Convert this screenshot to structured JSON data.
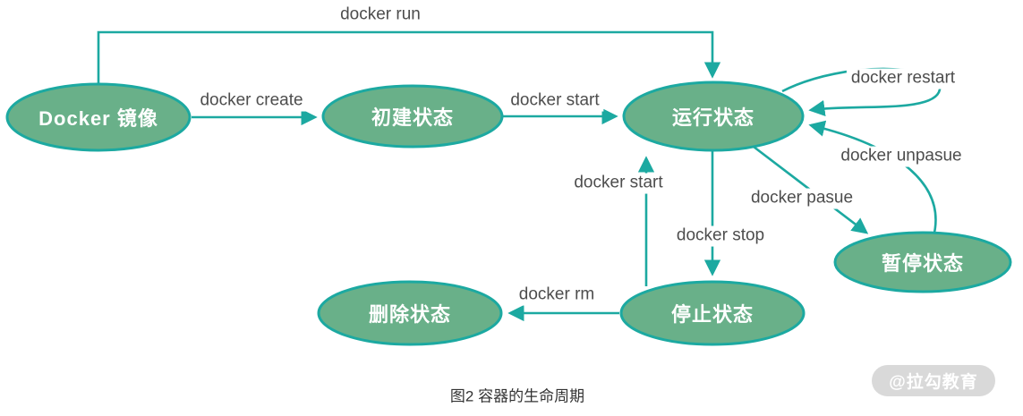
{
  "diagram": {
    "caption": "图2 容器的生命周期",
    "watermark": "@拉勾教育",
    "colors": {
      "node_fill": "#69B089",
      "node_stroke": "#1CA9A1",
      "arrow": "#1CA9A1",
      "edge_label_text": "#4D4D4D",
      "node_label_text": "#FFFFFF",
      "watermark_bg": "#D9D9D9",
      "watermark_text": "#FFFFFF"
    },
    "nodes": {
      "image": {
        "label": "Docker 镜像"
      },
      "created": {
        "label": "初建状态"
      },
      "running": {
        "label": "运行状态"
      },
      "paused": {
        "label": "暂停状态"
      },
      "stopped": {
        "label": "停止状态"
      },
      "deleted": {
        "label": "删除状态"
      }
    },
    "edges": {
      "run": {
        "label": "docker run"
      },
      "create": {
        "label": "docker create"
      },
      "start_from_created": {
        "label": "docker start"
      },
      "restart": {
        "label": "docker restart"
      },
      "unpause": {
        "label": "docker unpasue"
      },
      "pause": {
        "label": "docker pasue"
      },
      "stop": {
        "label": "docker stop"
      },
      "start_from_stopped": {
        "label": "docker start"
      },
      "rm": {
        "label": "docker rm"
      }
    }
  }
}
